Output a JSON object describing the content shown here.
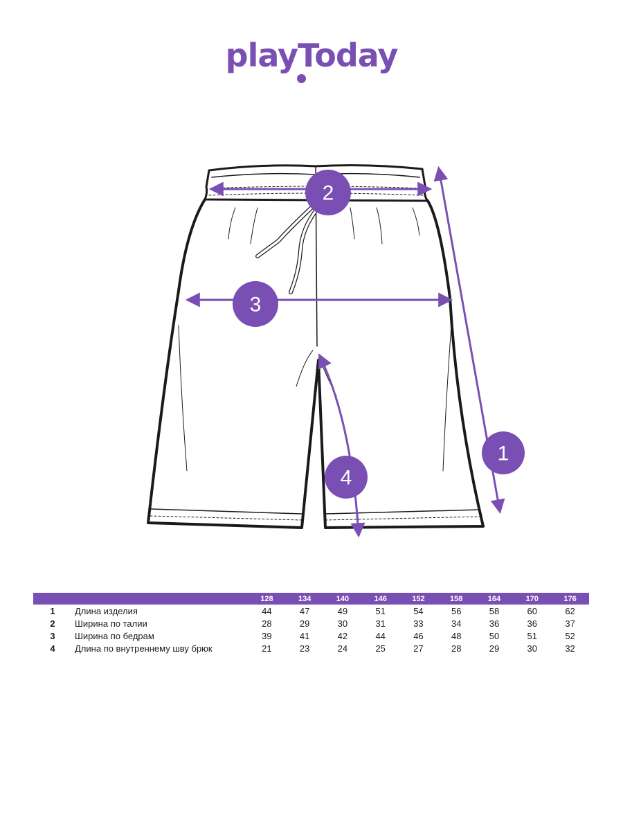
{
  "brand": {
    "name": "playToday",
    "color": "#7a4fb3"
  },
  "colors": {
    "accent": "#7a4fb3",
    "outline": "#1a1a1a"
  },
  "callouts": [
    {
      "id": "1",
      "label": "1"
    },
    {
      "id": "2",
      "label": "2"
    },
    {
      "id": "3",
      "label": "3"
    },
    {
      "id": "4",
      "label": "4"
    }
  ],
  "table": {
    "sizes": [
      "128",
      "134",
      "140",
      "146",
      "152",
      "158",
      "164",
      "170",
      "176"
    ],
    "rows": [
      {
        "num": "1",
        "label": "Длина изделия",
        "values": [
          "44",
          "47",
          "49",
          "51",
          "54",
          "56",
          "58",
          "60",
          "62"
        ]
      },
      {
        "num": "2",
        "label": "Ширина по талии",
        "values": [
          "28",
          "29",
          "30",
          "31",
          "33",
          "34",
          "36",
          "36",
          "37"
        ]
      },
      {
        "num": "3",
        "label": "Ширина по бедрам",
        "values": [
          "39",
          "41",
          "42",
          "44",
          "46",
          "48",
          "50",
          "51",
          "52"
        ]
      },
      {
        "num": "4",
        "label": "Длина по внутреннему шву брюк",
        "values": [
          "21",
          "23",
          "24",
          "25",
          "27",
          "28",
          "29",
          "30",
          "32"
        ]
      }
    ]
  }
}
